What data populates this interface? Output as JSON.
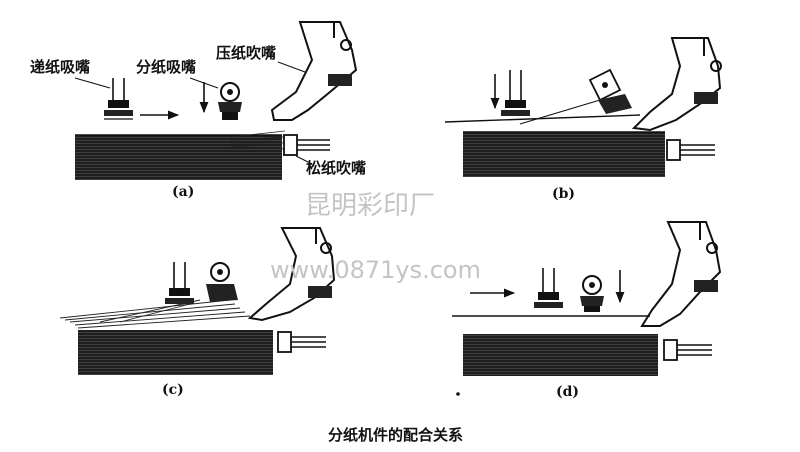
{
  "labels": {
    "feeder_sucker": "递纸吸嘴",
    "separator_sucker": "分纸吸嘴",
    "presser_blower": "压纸吹嘴",
    "loosening_blower": "松纸吹嘴"
  },
  "panels": [
    "(a)",
    "(b)",
    "(c)",
    "(d)"
  ],
  "caption": "分纸机件的配合关系",
  "watermark": {
    "name": "昆明彩印厂",
    "url": "www.0871ys.com"
  }
}
